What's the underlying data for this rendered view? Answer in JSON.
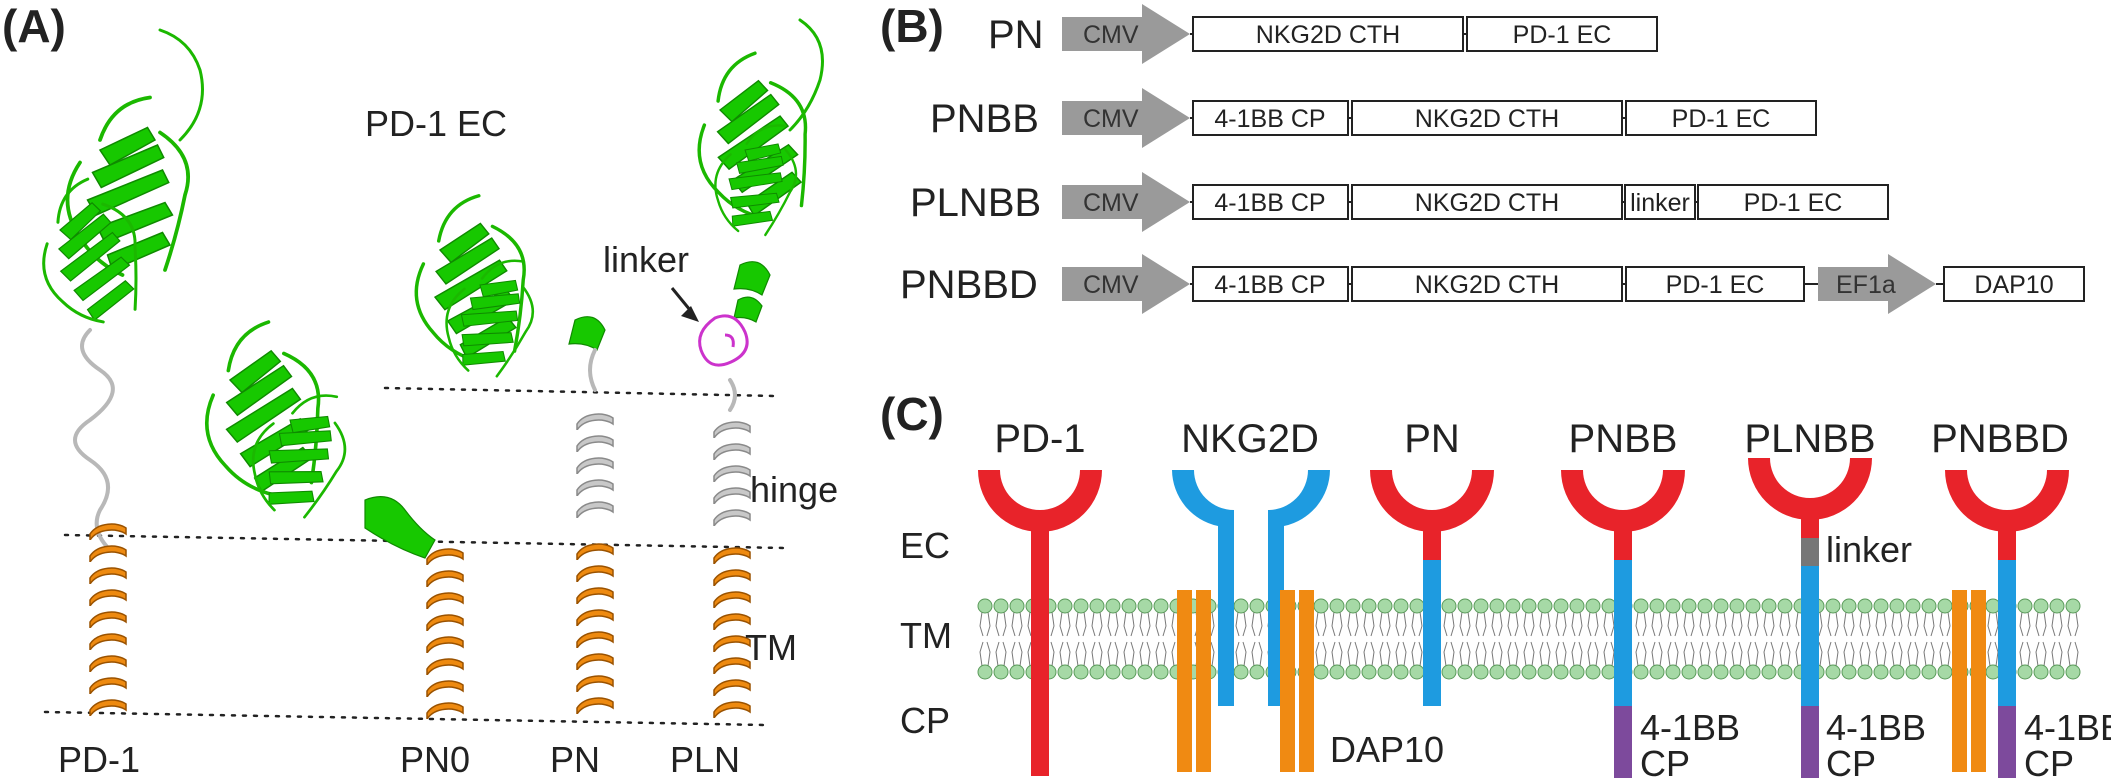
{
  "panels": {
    "A": {
      "label": "(A)",
      "title_pd1_ec": "PD-1 EC",
      "linker_label": "linker",
      "hinge_label": "hinge",
      "tm_label": "TM",
      "bottom_labels": [
        "PD-1",
        "PN0",
        "PN",
        "PLN"
      ]
    },
    "B": {
      "label": "(B)",
      "constructs": [
        {
          "name": "PN",
          "promoter": "CMV",
          "parts": [
            "NKG2D CTH",
            "PD-1 EC"
          ]
        },
        {
          "name": "PNBB",
          "promoter": "CMV",
          "parts": [
            "4-1BB CP",
            "NKG2D CTH",
            "PD-1 EC"
          ]
        },
        {
          "name": "PLNBB",
          "promoter": "CMV",
          "parts": [
            "4-1BB CP",
            "NKG2D CTH",
            "linker",
            "PD-1 EC"
          ]
        },
        {
          "name": "PNBBD",
          "promoter": "CMV",
          "parts": [
            "4-1BB CP",
            "NKG2D CTH",
            "PD-1 EC"
          ],
          "second_promoter": "EF1a",
          "second_part": "DAP10"
        }
      ]
    },
    "C": {
      "label": "(C)",
      "region_labels": [
        "EC",
        "TM",
        "CP"
      ],
      "receptors": [
        "PD-1",
        "NKG2D",
        "PN",
        "PNBB",
        "PLNBB",
        "PNBBD"
      ],
      "dap10_label": "DAP10",
      "linker_label": "linker",
      "bb_label_line1": "4-1BB",
      "bb_label_line2": "CP"
    }
  },
  "colors": {
    "pd1_ec": "#e8232a",
    "nkg2d": "#1e9be0",
    "dap10": "#f08a12",
    "cp_41bb": "#7d4a9c",
    "linker": "#777777",
    "membrane": "#a6d9a6",
    "structure_sheet": "#17c800",
    "tm_helix": "#ee8a10",
    "hinge_helix": "#c8c8c8",
    "linker_loop": "#cc33cc",
    "promoter_arrow": "#9a9a9a"
  }
}
